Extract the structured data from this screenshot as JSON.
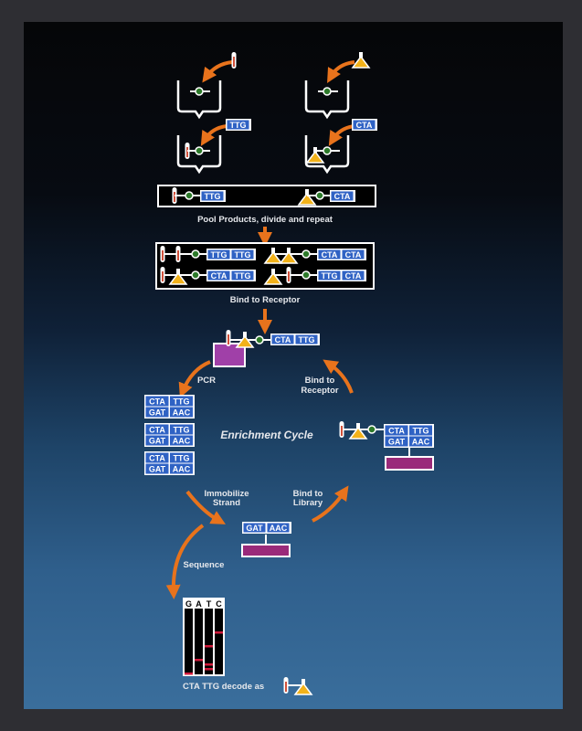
{
  "colors": {
    "arrow": "#e8731c",
    "codon_fill": "#2f62c4",
    "bead": "#2d7a2a",
    "flask": "#f2b21a",
    "tube_fill": "#d0503a",
    "magenta": "#9a2a7a",
    "receptor": "#a040a8",
    "gel_band": "#d01a3a"
  },
  "step1": {
    "left_input": "test-tube-icon",
    "right_input": "flask-icon"
  },
  "step2": {
    "left_codon": "TTG",
    "right_codon": "CTA"
  },
  "pool": {
    "left": [
      "TTG"
    ],
    "right": [
      "CTA"
    ]
  },
  "pool_label": "Pool Products, divide and repeat",
  "library": [
    {
      "codons": [
        "TTG",
        "TTG"
      ]
    },
    {
      "codons": [
        "CTA",
        "CTA"
      ]
    },
    {
      "codons": [
        "CTA",
        "TTG"
      ]
    },
    {
      "codons": [
        "TTG",
        "CTA"
      ]
    }
  ],
  "bind_label": "Bind to Receptor",
  "receptor_complex": {
    "codons": [
      "CTA",
      "TTG"
    ]
  },
  "cycle": {
    "title": "Enrichment Cycle",
    "pcr": "PCR",
    "bind_receptor": [
      "Bind to",
      "Receptor"
    ],
    "immobilize": [
      "Immobilize",
      "Strand"
    ],
    "bind_library": [
      "Bind to",
      "Library"
    ],
    "sequence": "Sequence",
    "pcr_products": [
      {
        "top": [
          "CTA",
          "TTG"
        ],
        "bottom": [
          "GAT",
          "AAC"
        ]
      },
      {
        "top": [
          "CTA",
          "TTG"
        ],
        "bottom": [
          "GAT",
          "AAC"
        ]
      },
      {
        "top": [
          "CTA",
          "TTG"
        ],
        "bottom": [
          "GAT",
          "AAC"
        ]
      }
    ],
    "bound_complex": {
      "top": [
        "CTA",
        "TTG"
      ],
      "bottom": [
        "GAT",
        "AAC"
      ]
    },
    "immobilized": [
      "GAT",
      "AAC"
    ]
  },
  "gel": {
    "lanes": [
      "G",
      "A",
      "T",
      "C"
    ]
  },
  "decode_label": "CTA TTG decode as"
}
